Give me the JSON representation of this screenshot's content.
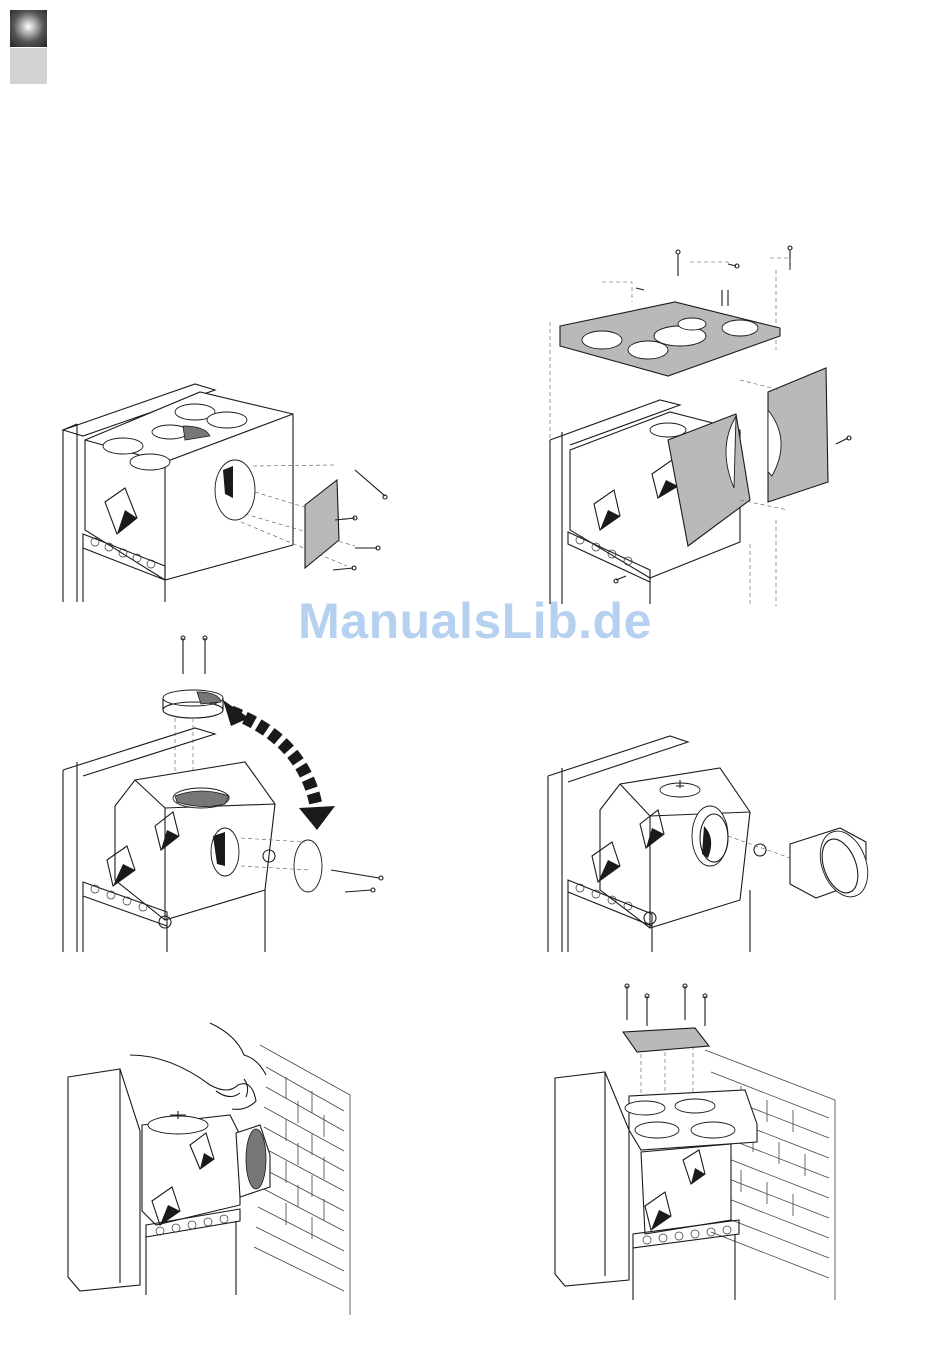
{
  "page": {
    "corner_tab_icon": "gradient-square",
    "watermark": "ManualsLib.de"
  },
  "figures": [
    {
      "id": "fig-1",
      "icon": "remove-side-cover-plate"
    },
    {
      "id": "fig-2",
      "icon": "remove-top-plate-and-side-panels"
    },
    {
      "id": "fig-3",
      "icon": "move-flue-collar-to-rear"
    },
    {
      "id": "fig-4",
      "icon": "attach-flue-pipe-rear"
    },
    {
      "id": "fig-5",
      "icon": "connect-flue-to-wall"
    },
    {
      "id": "fig-6",
      "icon": "refit-top-plate-and-cover"
    }
  ],
  "colors": {
    "tab_light": "#d2d2d2",
    "plate_grey": "#b9b9b9",
    "watermark": "#aac8ee"
  }
}
